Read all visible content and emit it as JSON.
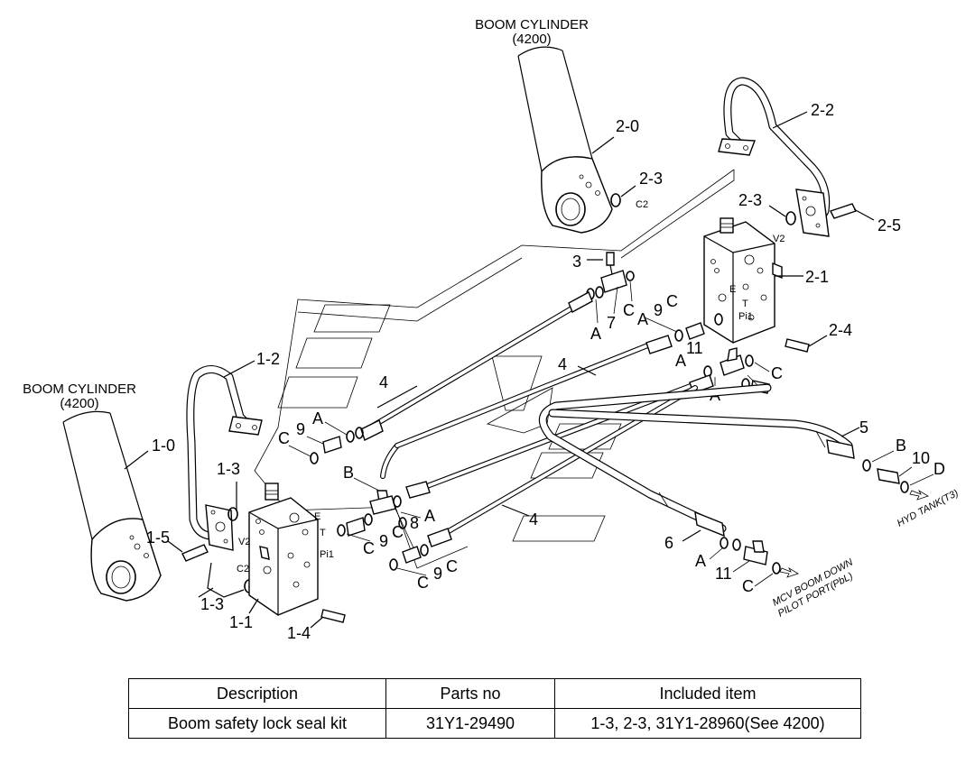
{
  "titles": {
    "cyl_right": "BOOM CYLINDER",
    "cyl_right_ref": "(4200)",
    "cyl_left": "BOOM CYLINDER",
    "cyl_left_ref": "(4200)"
  },
  "callouts": {
    "c_2_0": "2-0",
    "c_2_2": "2-2",
    "c_2_3a": "2-3",
    "c_2_3b": "2-3",
    "c_2_5": "2-5",
    "c_3": "3",
    "c_2_1": "2-1",
    "c_2_4": "2-4",
    "c_5": "5",
    "c_10": "10",
    "c_1_2": "1-2",
    "c_1_0": "1-0",
    "c_1_3a": "1-3",
    "c_1_5": "1-5",
    "c_1_3b": "1-3",
    "c_1_1": "1-1",
    "c_1_4": "1-4",
    "c_4a": "4",
    "c_4b": "4",
    "c_4c": "4",
    "c_6": "6",
    "c_7": "7",
    "c_8": "8",
    "c_9a": "9",
    "c_9b": "9",
    "c_9c": "9",
    "c_9d": "9",
    "c_11a": "11",
    "c_11b": "11"
  },
  "ring_letters": {
    "a1": "A",
    "a2": "A",
    "a3": "A",
    "a4": "A",
    "a5": "A",
    "a6": "A",
    "a7": "A",
    "b1": "B",
    "b2": "B",
    "c1": "C",
    "c2": "C",
    "c3": "C",
    "c4": "C",
    "c5": "C",
    "c6": "C",
    "c7": "C",
    "c8": "C",
    "c9": "C",
    "d1": "D"
  },
  "port_labels": {
    "c2_right": "C2",
    "v2_right": "V2",
    "e_right": "E",
    "t_right": "T",
    "pi1_right": "Pi1",
    "c2_left": "C2",
    "v2_left": "V2",
    "e_left": "E",
    "t_left": "T",
    "pi1_left": "Pi1"
  },
  "notes": {
    "hyd_tank": "HYD TANK(T3)",
    "mcv_line1": "MCV BOOM DOWN",
    "mcv_line2": "PILOT PORT(PbL)"
  },
  "parts_table": {
    "headers": [
      "Description",
      "Parts no",
      "Included item"
    ],
    "rows": [
      [
        "Boom safety lock seal kit",
        "31Y1-29490",
        "1-3, 2-3, 31Y1-28960(See 4200)"
      ]
    ]
  }
}
